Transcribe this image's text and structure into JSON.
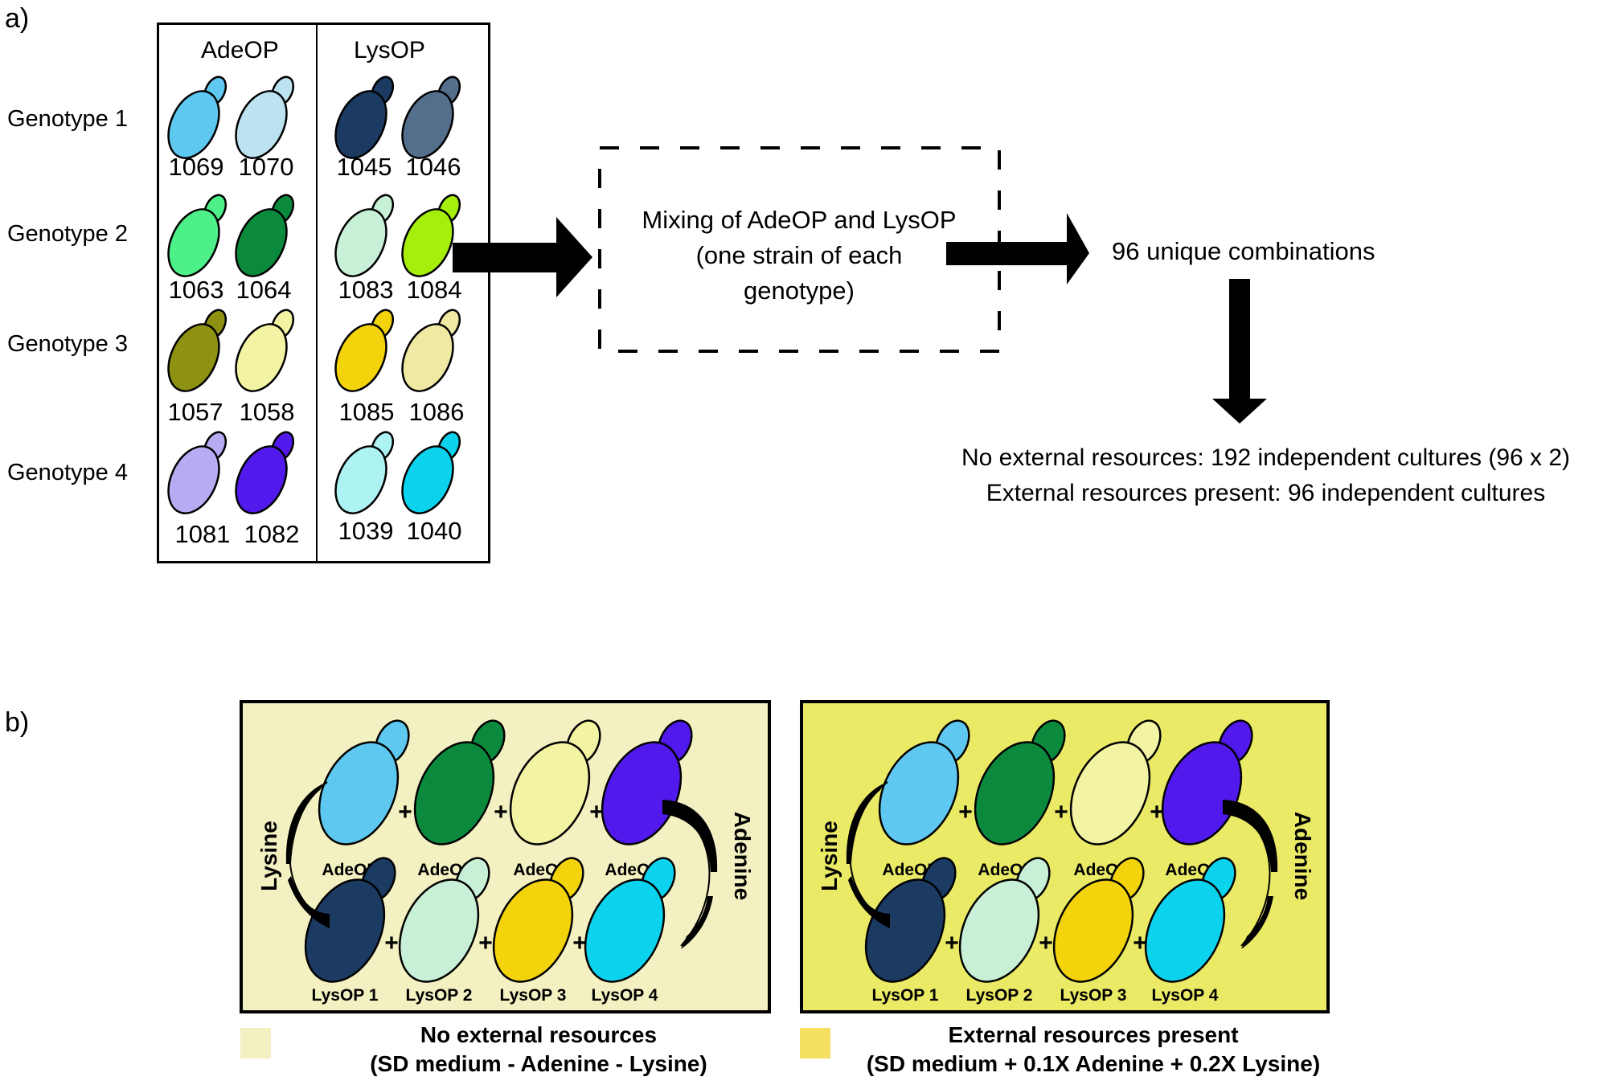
{
  "panel_a": {
    "label": "a)",
    "column_headers": [
      "AdeOP",
      "LysOP"
    ],
    "genotypes": [
      {
        "label": "Genotype 1",
        "strains": [
          {
            "id": "1069",
            "type": "AdeOP",
            "color": "#5fc8f0"
          },
          {
            "id": "1070",
            "type": "AdeOP",
            "color": "#bde3f0"
          },
          {
            "id": "1045",
            "type": "LysOP",
            "color": "#1b3b62"
          },
          {
            "id": "1046",
            "type": "LysOP",
            "color": "#536f8b"
          }
        ]
      },
      {
        "label": "Genotype 2",
        "strains": [
          {
            "id": "1063",
            "type": "AdeOP",
            "color": "#4ef08a"
          },
          {
            "id": "1064",
            "type": "AdeOP",
            "color": "#0b8a3e"
          },
          {
            "id": "1083",
            "type": "LysOP",
            "color": "#c8f0d6"
          },
          {
            "id": "1084",
            "type": "LysOP",
            "color": "#a6ee0c"
          }
        ]
      },
      {
        "label": "Genotype 3",
        "strains": [
          {
            "id": "1057",
            "type": "AdeOP",
            "color": "#8e9112"
          },
          {
            "id": "1058",
            "type": "AdeOP",
            "color": "#f3f3a4"
          },
          {
            "id": "1085",
            "type": "LysOP",
            "color": "#f3d30b"
          },
          {
            "id": "1086",
            "type": "LysOP",
            "color": "#efe9a4"
          }
        ]
      },
      {
        "label": "Genotype 4",
        "strains": [
          {
            "id": "1081",
            "type": "AdeOP",
            "color": "#b5acf3"
          },
          {
            "id": "1082",
            "type": "AdeOP",
            "color": "#5119ec"
          },
          {
            "id": "1039",
            "type": "LysOP",
            "color": "#aef3f3"
          },
          {
            "id": "1040",
            "type": "LysOP",
            "color": "#0bd3ee"
          }
        ]
      }
    ],
    "mixing_text": [
      "Mixing of AdeOP and LysOP",
      "(one strain of each",
      "genotype)"
    ],
    "combinations_text": "96 unique combinations",
    "cultures_text": [
      "No external resources: 192 independent cultures (96 x 2)",
      "External resources present: 96 independent cultures"
    ]
  },
  "panel_b": {
    "label": "b)",
    "conditions": [
      {
        "title": "No external resources",
        "subtitle": "(SD medium - Adenine - Lysine)",
        "background": "#f3f0c1",
        "swatch": "#f3f0c1"
      },
      {
        "title": "External resources present",
        "subtitle": "(SD medium + 0.1X Adenine + 0.2X Lysine)",
        "background": "#eaea66",
        "swatch": "#f6e060"
      }
    ],
    "top_row": [
      {
        "label": "AdeOP 1",
        "color": "#5fc8f0"
      },
      {
        "label": "AdeOP 2",
        "color": "#0b8a3e"
      },
      {
        "label": "AdeOP 3",
        "color": "#f3f3a4"
      },
      {
        "label": "AdeOP 4",
        "color": "#5119ec"
      }
    ],
    "bottom_row": [
      {
        "label": "LysOP 1",
        "color": "#1b3b62"
      },
      {
        "label": "LysOP 2",
        "color": "#c8f0d6"
      },
      {
        "label": "LysOP 3",
        "color": "#f3d30b"
      },
      {
        "label": "LysOP 4",
        "color": "#0bd3ee"
      }
    ],
    "plus_sign": "+",
    "left_flow_label": "Lysine",
    "right_flow_label": "Adenine"
  }
}
